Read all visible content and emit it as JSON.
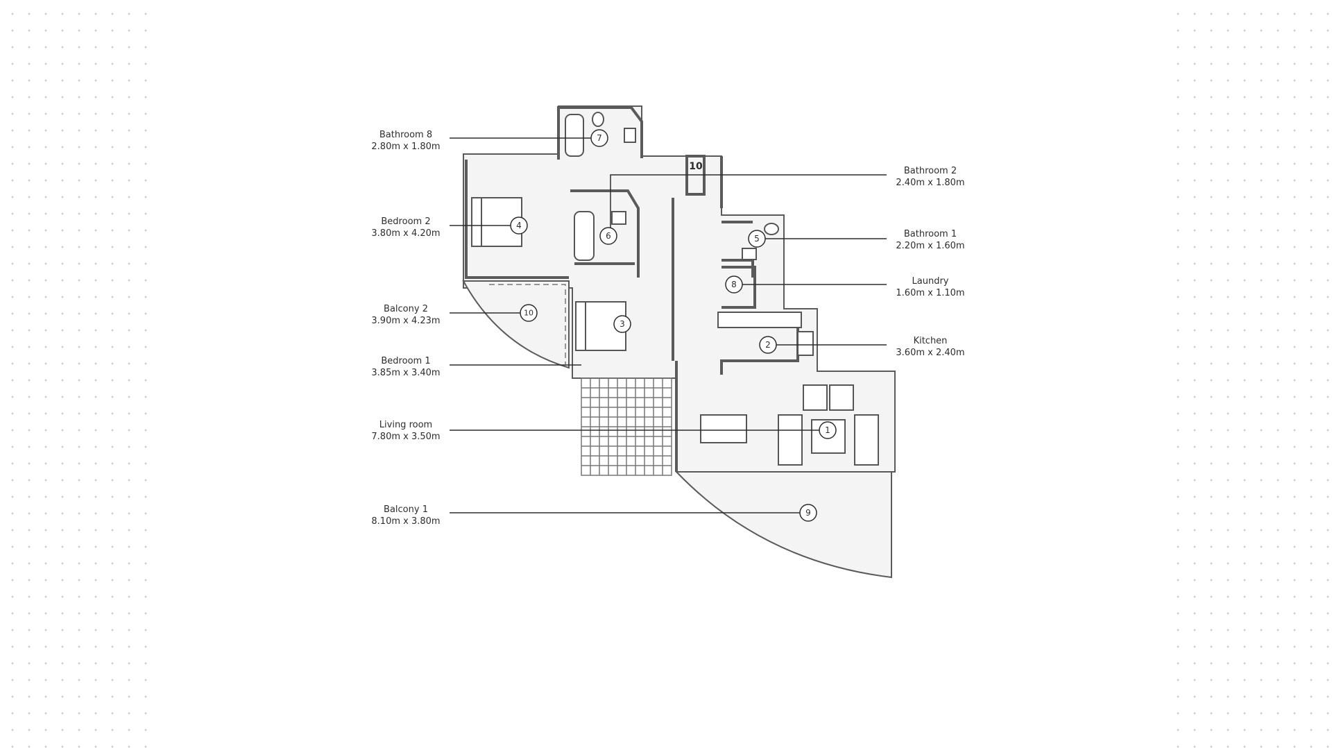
{
  "rooms": [
    {
      "id": "bath8",
      "marker": "7",
      "name": "Bathroom 8",
      "dims": "2.80m x 1.80m"
    },
    {
      "id": "bed2",
      "marker": "4",
      "name": "Bedroom 2",
      "dims": "3.80m x 4.20m"
    },
    {
      "id": "balc2",
      "marker": "10",
      "name": "Balcony 2",
      "dims": "3.90m x 4.23m"
    },
    {
      "id": "bed1",
      "marker": "3",
      "name": "Bedroom 1",
      "dims": "3.85m x 3.40m"
    },
    {
      "id": "living",
      "marker": "1",
      "name": "Living room",
      "dims": "7.80m x 3.50m"
    },
    {
      "id": "balc1",
      "marker": "9",
      "name": "Balcony 1",
      "dims": "8.10m x 3.80m"
    },
    {
      "id": "bath2",
      "marker": "6",
      "name": "Bathroom 2",
      "dims": "2.40m x 1.80m"
    },
    {
      "id": "bath1",
      "marker": "5",
      "name": "Bathroom 1",
      "dims": "2.20m x 1.60m"
    },
    {
      "id": "laundry",
      "marker": "8",
      "name": "Laundry",
      "dims": "1.60m x 1.10m"
    },
    {
      "id": "kitchen",
      "marker": "2",
      "name": "Kitchen",
      "dims": "3.60m x 2.40m"
    }
  ],
  "closet_marker": "10",
  "colors": {
    "wall": "#5a5a5a",
    "floor": "#f4f4f4",
    "line": "#333333",
    "dots": "#c9c9c9"
  }
}
